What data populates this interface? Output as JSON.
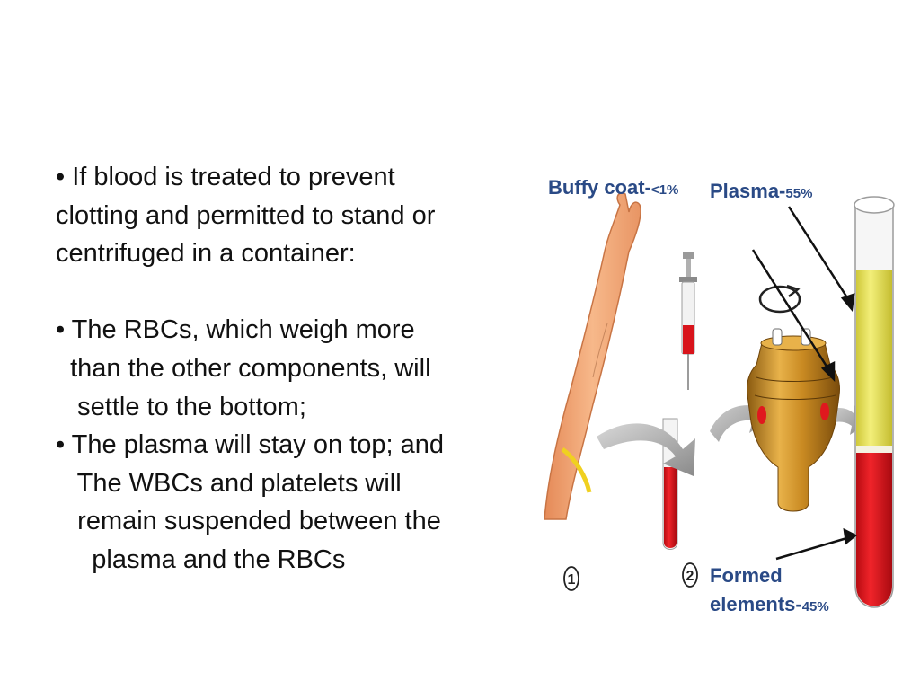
{
  "text": {
    "intro": [
      "•   If blood is treated to prevent",
      "clotting and permitted to stand or",
      "centrifuged in a container:"
    ],
    "points": [
      "• The RBCs, which weigh more",
      "  than the other components, will",
      "   settle to the bottom;",
      "• The plasma will stay on top; and",
      "   The WBCs and platelets will",
      "   remain suspended between the",
      "     plasma and the RBCs"
    ]
  },
  "diagram": {
    "buffy_coat": {
      "name": "Buffy coat-",
      "value": "<1%"
    },
    "plasma": {
      "name": "Plasma-",
      "value": "55%"
    },
    "formed_elements": {
      "line1": "Formed",
      "line2": "elements-",
      "value": "45%"
    },
    "steps": [
      "1",
      "2"
    ],
    "colors": {
      "label": "#2a4a86",
      "plasma": "#e6e04a",
      "blood": "#d8141b",
      "buffy": "#f4f2e2",
      "skin": "#f2a472",
      "centrifuge": "#c88a1e"
    }
  }
}
